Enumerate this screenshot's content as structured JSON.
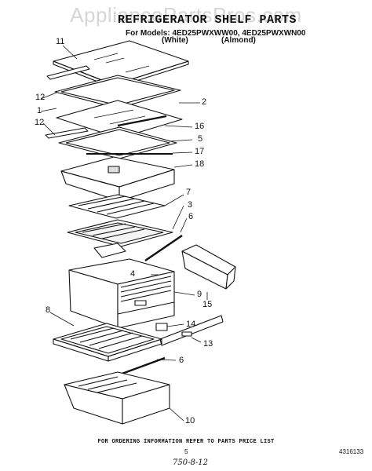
{
  "watermark": "AppliancePartsPros.com",
  "title": "REFRIGERATOR SHELF PARTS",
  "models_line": "For Models: 4ED25PWXWW00, 4ED25PWXWN00",
  "variants": [
    "(White)",
    "(Almond)"
  ],
  "callouts": [
    "11",
    "12",
    "1",
    "12",
    "2",
    "16",
    "5",
    "17",
    "18",
    "7",
    "3",
    "6",
    "4",
    "9",
    "15",
    "8",
    "14",
    "13",
    "6",
    "10"
  ],
  "footer_note": "FOR ORDERING INFORMATION REFER TO PARTS PRICE LIST",
  "page_number": "5",
  "document_number": "4316133",
  "handwritten_note": "750-8-12"
}
